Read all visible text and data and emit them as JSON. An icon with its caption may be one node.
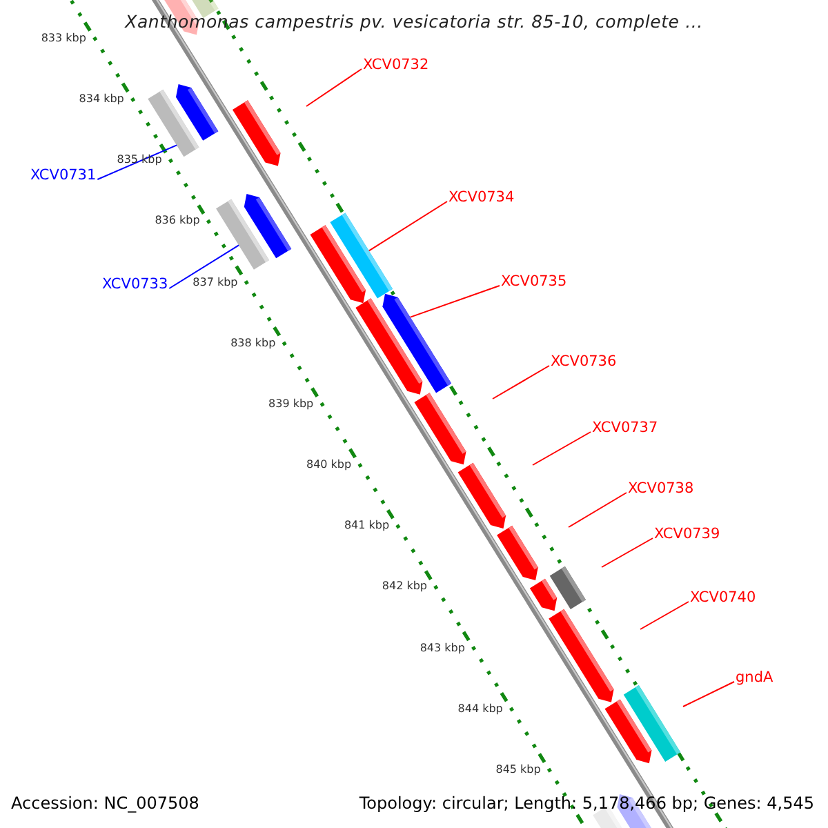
{
  "diagram": {
    "title": "Xanthomonas campestris pv. vesicatoria str. 85-10, complete ...",
    "nodes": [
      {
        "text": [
          "XCV0732"
        ]
      },
      {
        "text": [
          "XCV0731"
        ]
      },
      {
        "text": [
          "XCV0734"
        ]
      },
      {
        "text": [
          "XCV0735"
        ]
      },
      {
        "text": [
          "XCV0733"
        ]
      },
      {
        "text": [
          "XCV0736"
        ]
      },
      {
        "text": [
          "XCV0737"
        ]
      },
      {
        "text": [
          "XCV0738"
        ]
      },
      {
        "text": [
          "XCV0739"
        ]
      },
      {
        "text": [
          "XCV0740"
        ]
      },
      {
        "text": [
          "gndA"
        ]
      },
      {
        "text": [],
        "shape": "bar"
      },
      {
        "text": [],
        "shape": "bar"
      },
      {
        "text": [],
        "shape": "bar"
      },
      {
        "text": [],
        "shape": "bar"
      },
      {
        "text": [],
        "shape": "bar"
      },
      {
        "text": [],
        "shape": "bar"
      },
      {
        "text": [],
        "shape": "bar"
      },
      {
        "text": [],
        "shape": "arrow"
      }
    ],
    "edges": [
      {
        "from": 0,
        "to": null,
        "arrow": "none"
      },
      {
        "from": 1,
        "to": 12,
        "arrow": "none",
        "color": "#0000ff"
      },
      {
        "from": 2,
        "to": 14,
        "arrow": "none"
      },
      {
        "from": 3,
        "to": 18,
        "arrow": "none"
      },
      {
        "from": 4,
        "to": 13,
        "arrow": "none",
        "color": "#0000ff"
      },
      {
        "from": 5,
        "to": null,
        "arrow": "none"
      },
      {
        "from": 6,
        "to": null,
        "arrow": "none"
      },
      {
        "from": 7,
        "to": null,
        "arrow": "none"
      },
      {
        "from": 8,
        "to": null,
        "arrow": "none"
      },
      {
        "from": 9,
        "to": null,
        "arrow": "none"
      },
      {
        "from": 10,
        "to": null,
        "arrow": "none"
      }
    ],
    "labels": [
      "833 kbp",
      "834 kbp",
      "835 kbp",
      "836 kbp",
      "837 kbp",
      "838 kbp",
      "839 kbp",
      "840 kbp",
      "841 kbp",
      "842 kbp",
      "843 kbp",
      "844 kbp",
      "845 kbp",
      "Accession: NC_007508",
      "Topology: circular; Length: 5,178,466 bp; Genes: 4,545"
    ]
  }
}
